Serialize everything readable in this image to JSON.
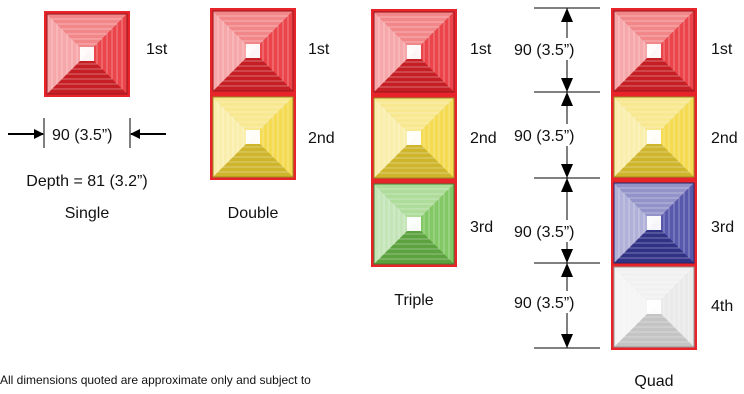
{
  "colors": {
    "red": "#e8242b",
    "amber": "#f2d533",
    "blue": "#3a3a9e",
    "green": "#6cbf4a",
    "clear": "#e6e6e6",
    "frame": "#e8242b"
  },
  "labels": {
    "pos1": "1st",
    "pos2": "2nd",
    "pos3": "3rd",
    "pos4": "4th"
  },
  "single": {
    "width_dim": "90 (3.5”)",
    "depth": "Depth = 81 (3.2”)",
    "caption": "Single"
  },
  "double": {
    "caption": "Double"
  },
  "triple": {
    "caption": "Triple"
  },
  "quad": {
    "caption": "Quad",
    "dims": [
      "90 (3.5”)",
      "90 (3.5”)",
      "90 (3.5”)",
      "90 (3.5”)"
    ]
  },
  "footnote": "All dimensions quoted are approximate only and subject to"
}
